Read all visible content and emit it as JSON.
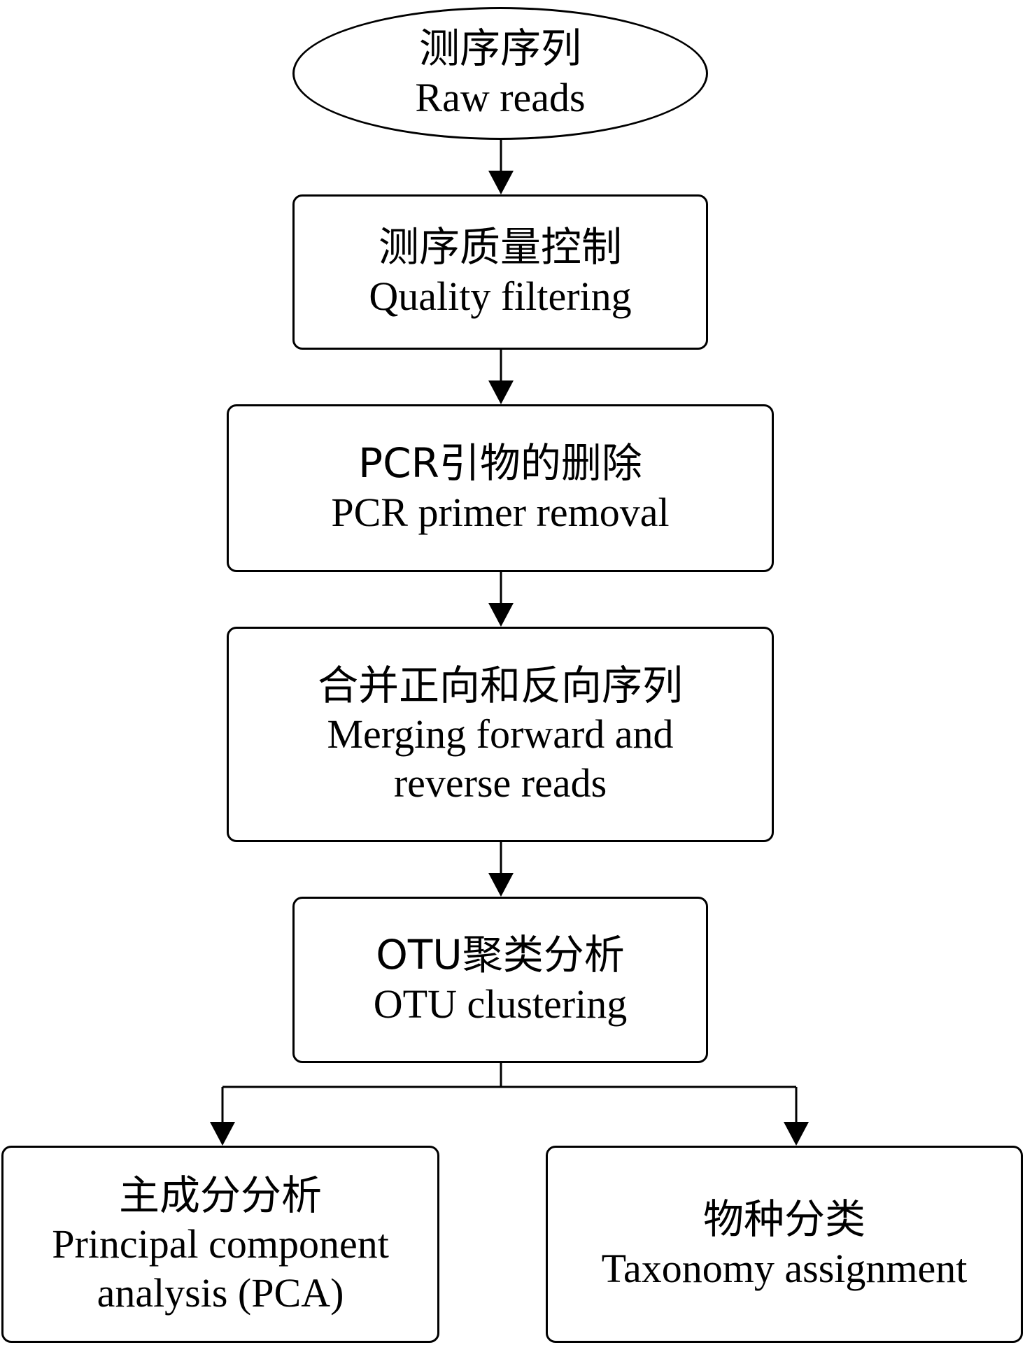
{
  "nodes": [
    {
      "id": "raw-reads",
      "zh": "测序序列",
      "en": "Raw reads"
    },
    {
      "id": "quality-filtering",
      "zh": "测序质量控制",
      "en": "Quality filtering"
    },
    {
      "id": "pcr-primer-removal",
      "zh": "PCR引物的删除",
      "en": "PCR primer removal"
    },
    {
      "id": "merging-reads",
      "zh": "合并正向和反向序列",
      "en": "Merging forward and reverse reads"
    },
    {
      "id": "otu-clustering",
      "zh": "OTU聚类分析",
      "en": "OTU clustering"
    },
    {
      "id": "pca",
      "zh": "主成分分析",
      "en": "Principal component analysis (PCA)"
    },
    {
      "id": "taxonomy-assignment",
      "zh": "物种分类",
      "en": "Taxonomy assignment"
    }
  ],
  "edges": [
    {
      "from": "raw-reads",
      "to": "quality-filtering"
    },
    {
      "from": "quality-filtering",
      "to": "pcr-primer-removal"
    },
    {
      "from": "pcr-primer-removal",
      "to": "merging-reads"
    },
    {
      "from": "merging-reads",
      "to": "otu-clustering"
    },
    {
      "from": "otu-clustering",
      "to": "pca"
    },
    {
      "from": "otu-clustering",
      "to": "taxonomy-assignment"
    }
  ]
}
